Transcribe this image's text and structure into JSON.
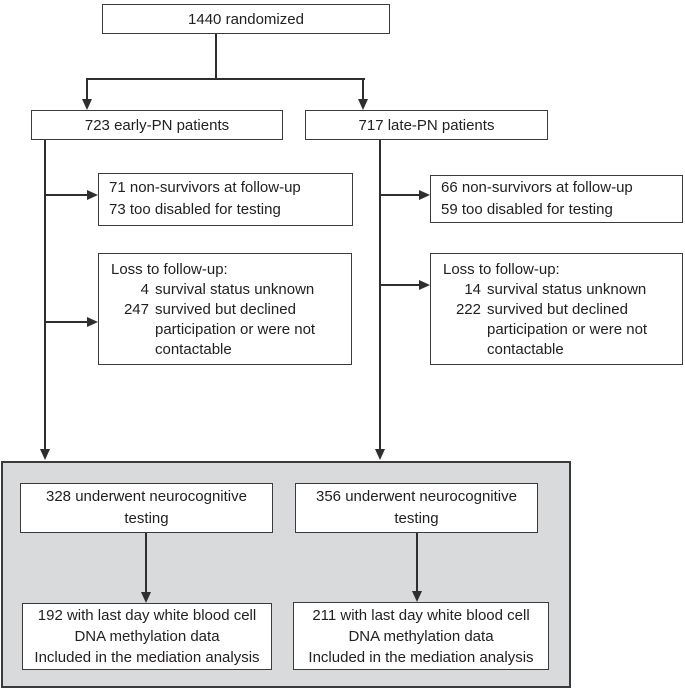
{
  "colors": {
    "line": "#2f2e2e",
    "box_border": "#3c3b3b",
    "text": "#242021",
    "panel_fill": "#d9dadb",
    "background": "#ffffff"
  },
  "flow": {
    "randomized": {
      "label": "1440 randomized"
    },
    "arms": {
      "early": {
        "label": "723 early-PN patients"
      },
      "late": {
        "label": "717 late-PN patients"
      }
    },
    "exclusions": {
      "early": {
        "lines": [
          "71 non-survivors at follow-up",
          "73 too disabled for testing"
        ]
      },
      "late": {
        "lines": [
          "66 non-survivors at follow-up",
          "59 too disabled for testing"
        ]
      }
    },
    "loss": {
      "early": {
        "title": "Loss to follow-up:",
        "items": [
          {
            "n": "4",
            "text": "survival status unknown"
          },
          {
            "n": "247",
            "text": "survived but declined participation or were not contactable"
          }
        ]
      },
      "late": {
        "title": "Loss to follow-up:",
        "items": [
          {
            "n": "14",
            "text": "survival status unknown"
          },
          {
            "n": "222",
            "text": "survived but declined participation or were not contactable"
          }
        ]
      }
    },
    "outcome": {
      "early": {
        "testing_lines": [
          "328 underwent neurocognitive",
          "testing"
        ],
        "mediation_lines": [
          "192 with last day white blood cell",
          "DNA methylation data",
          "Included in the mediation analysis"
        ]
      },
      "late": {
        "testing_lines": [
          "356 underwent neurocognitive",
          "testing"
        ],
        "mediation_lines": [
          "211 with last day white blood cell",
          "DNA methylation data",
          "Included in the mediation analysis"
        ]
      }
    }
  }
}
